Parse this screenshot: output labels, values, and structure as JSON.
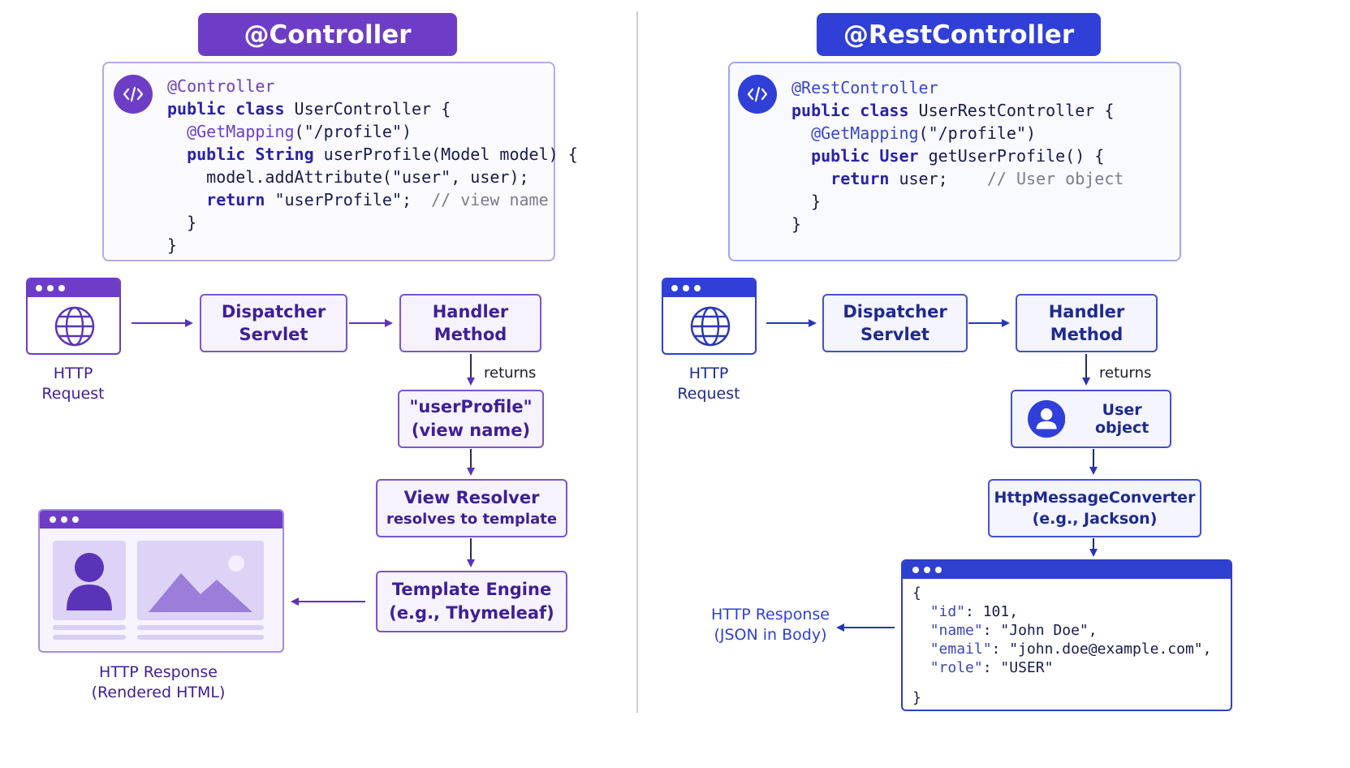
{
  "left": {
    "title": "@Controller",
    "code": {
      "l1": "@Controller",
      "l2_kw": "public class",
      "l2_rest": " UserController {",
      "l3_ann": "@GetMapping",
      "l3_rest": "(\"/profile\")",
      "l4_kw": "public String",
      "l4_rest": " userProfile(Model model) {",
      "l5": "model.addAttribute(\"user\", user);",
      "l6_kw": "return",
      "l6_str": " \"userProfile\";",
      "l6_cm": "  // view name",
      "l7": "}",
      "l8": "}"
    },
    "http_request": [
      "HTTP",
      "Request"
    ],
    "dispatcher": [
      "Dispatcher",
      "Servlet"
    ],
    "handler": [
      "Handler",
      "Method"
    ],
    "returns": "returns",
    "view_name": [
      "\"userProfile\"",
      "(view name)"
    ],
    "view_resolver": [
      "View Resolver",
      "resolves to template"
    ],
    "template_engine": [
      "Template Engine",
      "(e.g., Thymeleaf)"
    ],
    "http_response": [
      "HTTP Response",
      "(Rendered HTML)"
    ]
  },
  "right": {
    "title": "@RestController",
    "code": {
      "l1": "@RestController",
      "l2_kw": "public class",
      "l2_rest": " UserRestController {",
      "l3_ann": "@GetMapping",
      "l3_rest": "(\"/profile\")",
      "l4_kw": "public User",
      "l4_rest": " getUserProfile() {",
      "l5_kw": "return",
      "l5_rest": " user;",
      "l5_cm": "    // User object",
      "l6": "}",
      "l7": "}"
    },
    "http_request": [
      "HTTP",
      "Request"
    ],
    "dispatcher": [
      "Dispatcher",
      "Servlet"
    ],
    "handler": [
      "Handler",
      "Method"
    ],
    "returns": "returns",
    "user_object": "User object",
    "converter": [
      "HttpMessageConverter",
      "(e.g., Jackson)"
    ],
    "http_response": [
      "HTTP Response",
      "(JSON in Body)"
    ],
    "json": {
      "open": "{",
      "id_key": "\"id\"",
      "id_val": ": 101,",
      "name_key": "\"name\"",
      "name_val": ": \"John Doe\",",
      "email_key": "\"email\"",
      "email_val": ": \"john.doe@example.com\",",
      "role_key": "\"role\"",
      "role_val": ": \"USER\"",
      "close": "}"
    }
  },
  "colors": {
    "purple": "#6c3dcb",
    "purple_dark": "#3e1f96",
    "blue": "#2f3fcf",
    "blue_dark": "#1e2a8e"
  }
}
